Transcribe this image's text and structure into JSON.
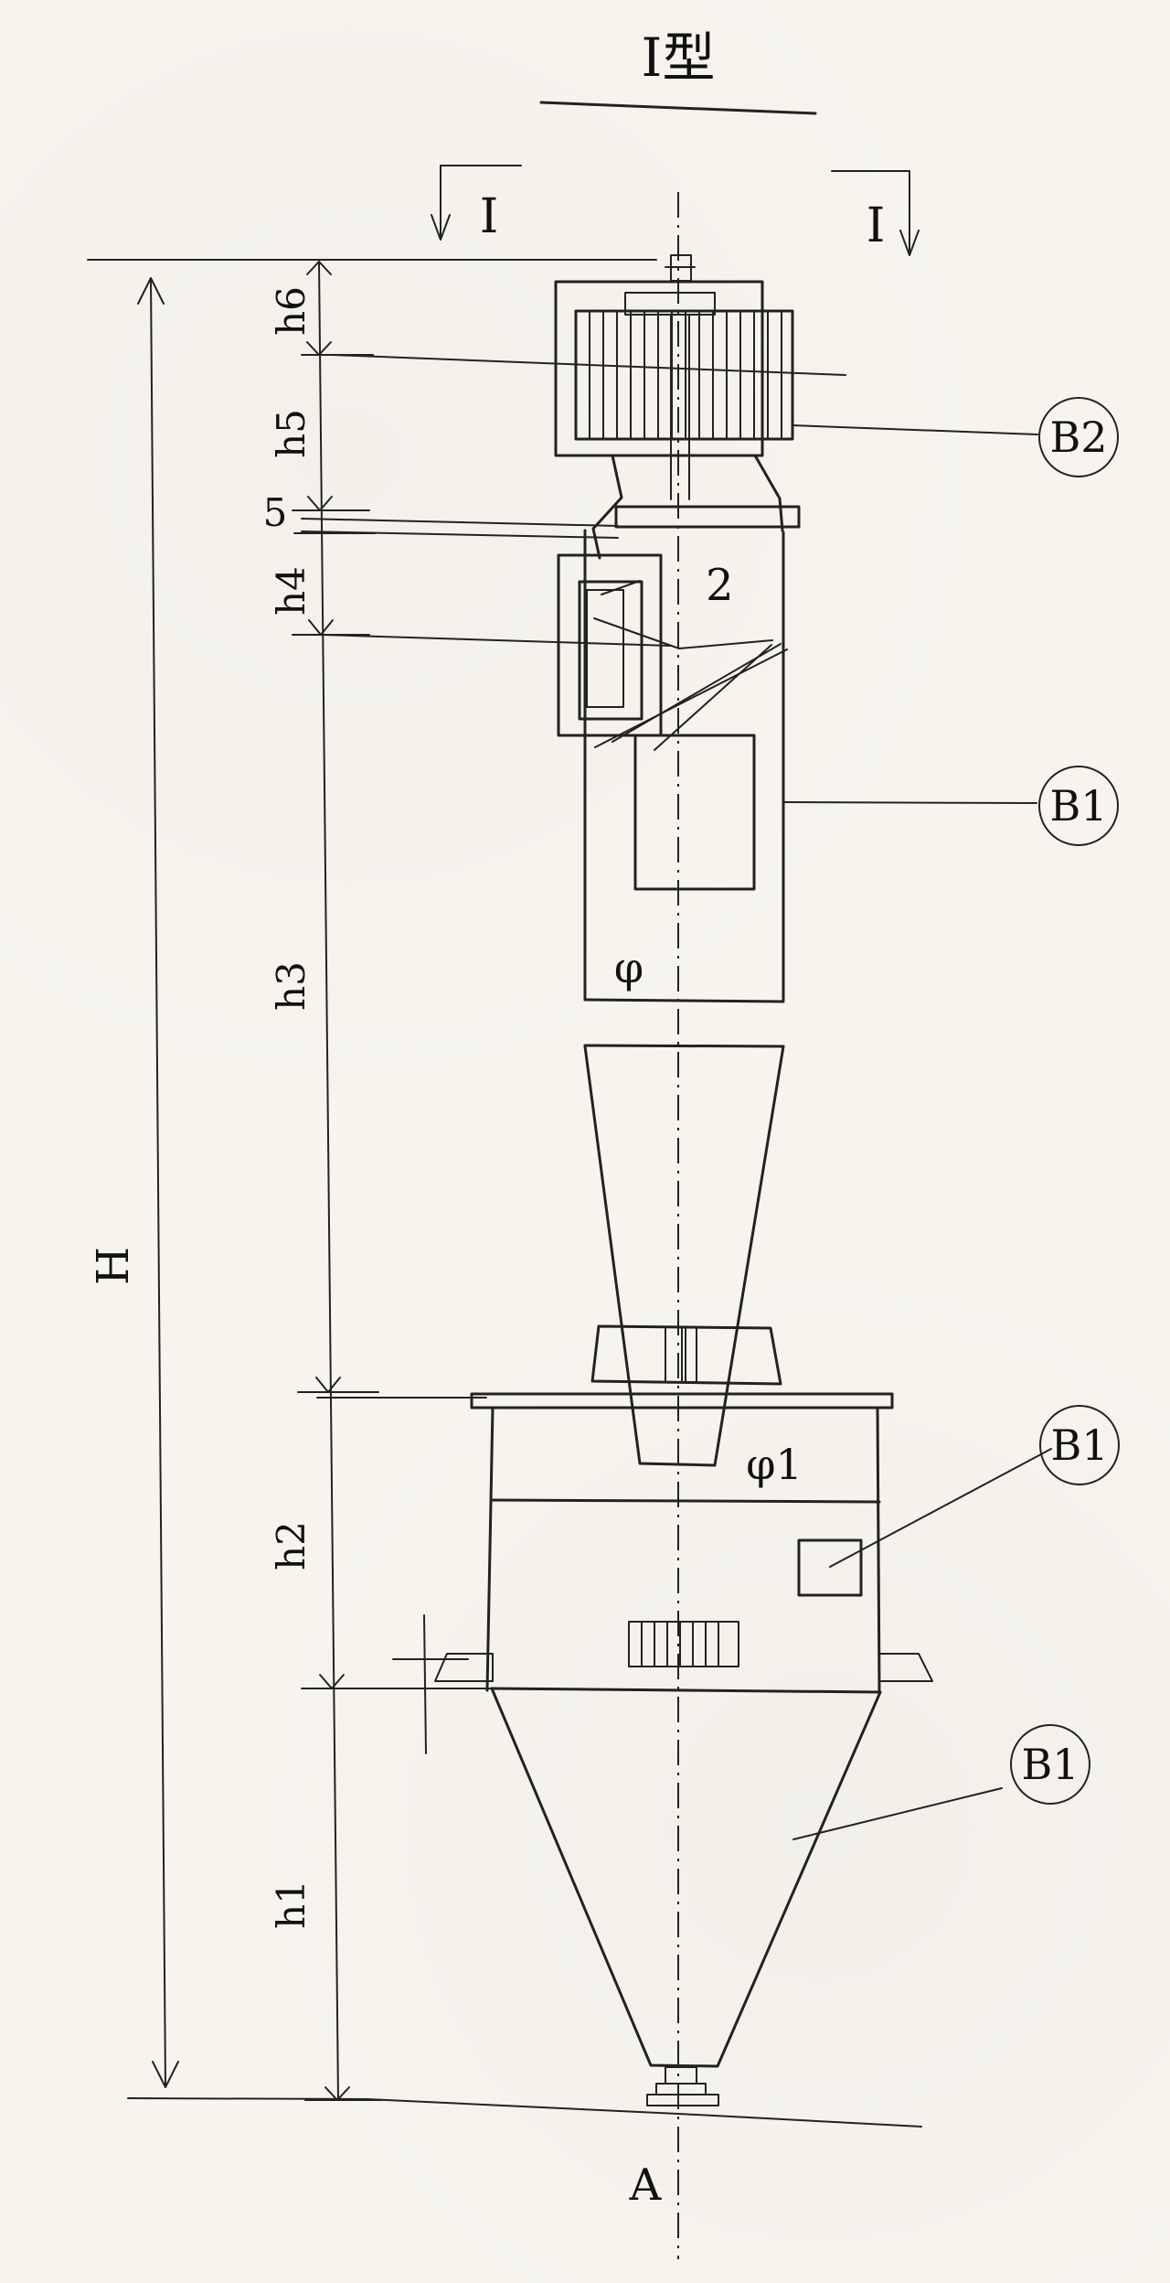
{
  "labels": {
    "title": "I型",
    "section_left": "I",
    "section_right": "I",
    "overall_height": "H",
    "h1": "h1",
    "h2": "h2",
    "h3": "h3",
    "h4": "h4",
    "h5": "h5",
    "h6": "h6",
    "five": "5",
    "two": "2",
    "phi": "φ",
    "phi1": "φ1",
    "axis": "A",
    "b2": "B2",
    "b1_top": "B1",
    "b1_mid": "B1",
    "b1_bottom": "B1"
  }
}
